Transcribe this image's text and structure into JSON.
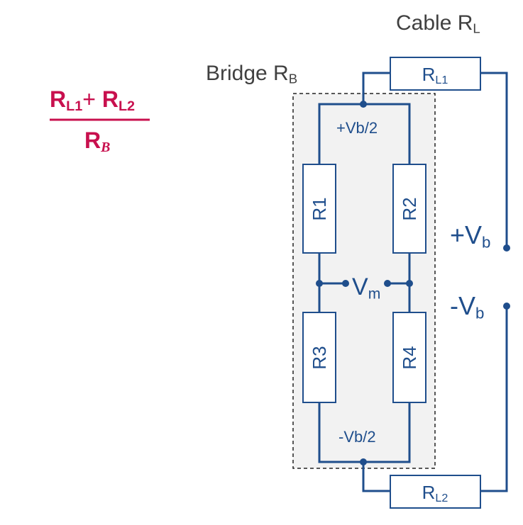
{
  "formula": {
    "num_a": "R",
    "num_a_sub": "L1",
    "plus": "+",
    "num_b": "R",
    "num_b_sub": "L2",
    "den": "R",
    "den_sub": "B"
  },
  "labels": {
    "cable": "Cable R",
    "cable_sub": "L",
    "bridge": "Bridge R",
    "bridge_sub": "B",
    "top_node": "+Vb/2",
    "bottom_node": "-Vb/2",
    "vm": "V",
    "vm_sub": "m",
    "vplus": "+V",
    "vplus_sub": "b",
    "vminus": "-V",
    "vminus_sub": "b"
  },
  "resistors": {
    "r1": "R1",
    "r2": "R2",
    "r3": "R3",
    "r4": "R4",
    "rl1": "R",
    "rl1_sub": "L1",
    "rl2": "R",
    "rl2_sub": "L2"
  },
  "colors": {
    "wire": "#1f4e8c",
    "formula": "#c8104e",
    "bridge_fill": "#f2f2f2",
    "text_grey": "#404040"
  }
}
